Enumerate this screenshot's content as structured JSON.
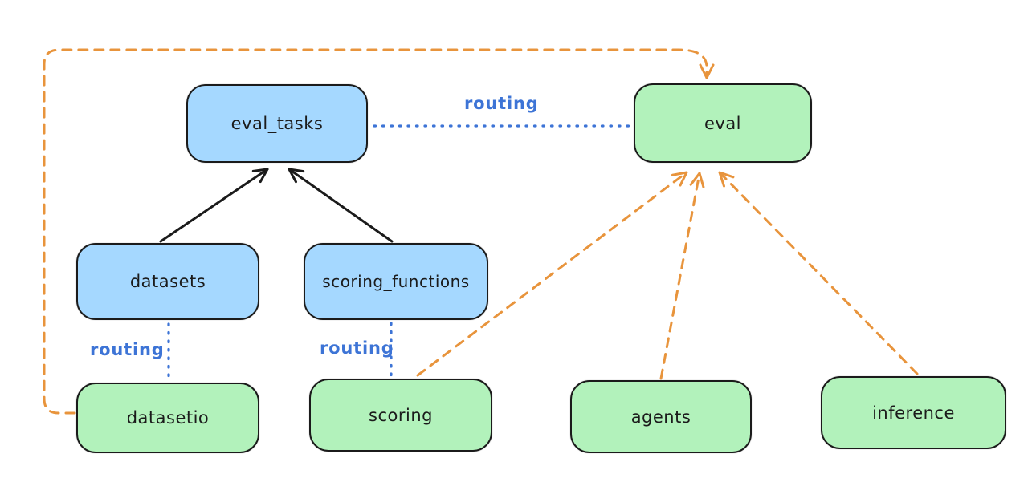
{
  "diagram": {
    "nodes": [
      {
        "id": "eval_tasks",
        "label": "eval_tasks",
        "kind": "registry",
        "fill": "#a5d8ff"
      },
      {
        "id": "datasets",
        "label": "datasets",
        "kind": "registry",
        "fill": "#a5d8ff"
      },
      {
        "id": "scoring_functions",
        "label": "scoring_functions",
        "kind": "registry",
        "fill": "#a5d8ff"
      },
      {
        "id": "eval",
        "label": "eval",
        "kind": "api",
        "fill": "#b2f2bb"
      },
      {
        "id": "datasetio",
        "label": "datasetio",
        "kind": "api",
        "fill": "#b2f2bb"
      },
      {
        "id": "scoring",
        "label": "scoring",
        "kind": "api",
        "fill": "#b2f2bb"
      },
      {
        "id": "agents",
        "label": "agents",
        "kind": "api",
        "fill": "#b2f2bb"
      },
      {
        "id": "inference",
        "label": "inference",
        "kind": "api",
        "fill": "#b2f2bb"
      }
    ],
    "edges": [
      {
        "from": "datasets",
        "to": "eval_tasks",
        "style": "solid-black-arrow",
        "label": ""
      },
      {
        "from": "scoring_functions",
        "to": "eval_tasks",
        "style": "solid-black-arrow",
        "label": ""
      },
      {
        "from": "eval_tasks",
        "to": "eval",
        "style": "dotted-blue",
        "label": "routing"
      },
      {
        "from": "datasets",
        "to": "datasetio",
        "style": "dotted-blue",
        "label": "routing"
      },
      {
        "from": "scoring_functions",
        "to": "scoring",
        "style": "dotted-blue",
        "label": "routing"
      },
      {
        "from": "datasetio",
        "to": "eval",
        "style": "dashed-orange-arrow",
        "label": ""
      },
      {
        "from": "scoring",
        "to": "eval",
        "style": "dashed-orange-arrow",
        "label": ""
      },
      {
        "from": "agents",
        "to": "eval",
        "style": "dashed-orange-arrow",
        "label": ""
      },
      {
        "from": "inference",
        "to": "eval",
        "style": "dashed-orange-arrow",
        "label": ""
      }
    ],
    "colors": {
      "blue_node": "#a5d8ff",
      "green_node": "#b2f2bb",
      "stroke": "#1b1b1b",
      "routing_line": "#3d74d6",
      "orange_line": "#e8943c",
      "background": "#ffffff"
    }
  }
}
